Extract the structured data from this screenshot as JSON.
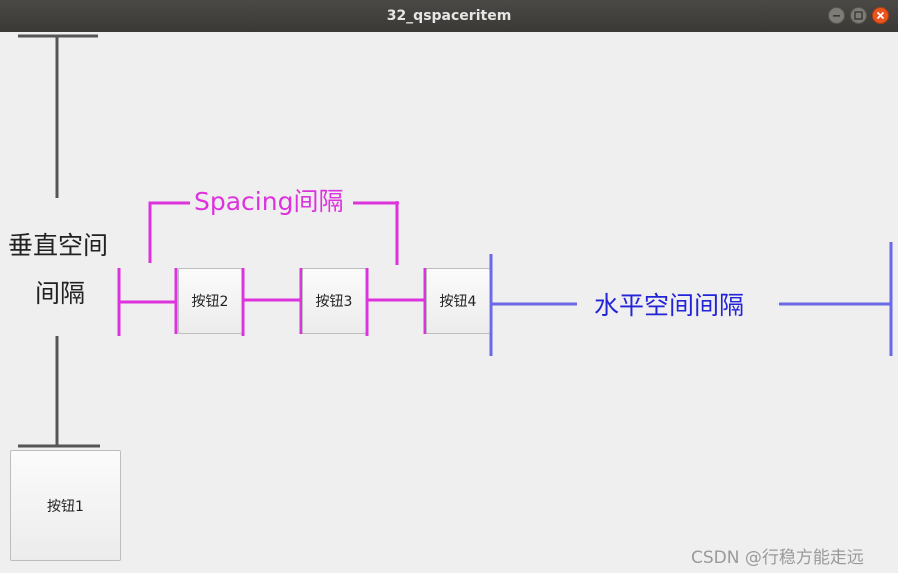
{
  "window": {
    "title": "32_qspaceritem"
  },
  "buttons": {
    "btn1": "按钮1",
    "btn2": "按钮2",
    "btn3": "按钮3",
    "btn4": "按钮4"
  },
  "annotations": {
    "vertical_line1": "垂直空间",
    "vertical_line2": "间隔",
    "spacing": "Spacing间隔",
    "horizontal": "水平空间间隔"
  },
  "watermark": "CSDN @行稳方能走远",
  "colors": {
    "spacing": "#dd33dd",
    "horizontal": "#2323d8",
    "vertical": "#555555"
  }
}
